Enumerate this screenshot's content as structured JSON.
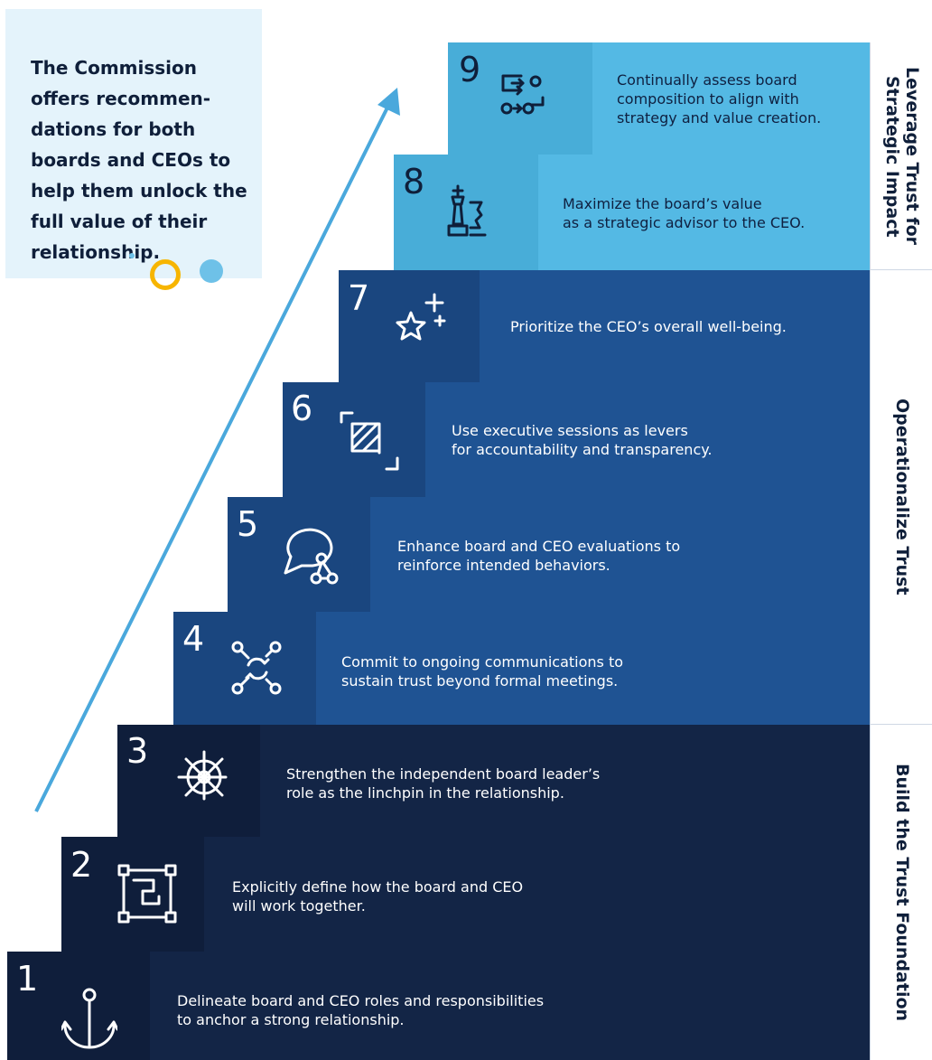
{
  "intro": {
    "text": "The Commission offers recommen-dations for both boards and CEOs to help them unlock the full value of their relationship."
  },
  "colors": {
    "light_tier": "#54b9e4",
    "mid_tier": "#1f5393",
    "dark_tier": "#132546",
    "accent_ring": "#f7b500",
    "accent_dot": "#6ec1e8"
  },
  "steps": [
    {
      "number": "1",
      "icon": "anchor-icon",
      "text": "Delineate board and CEO roles and responsibilities\nto anchor a strong relationship."
    },
    {
      "number": "2",
      "icon": "frame-corners-icon",
      "text": "Explicitly define how the board and CEO\nwill work together."
    },
    {
      "number": "3",
      "icon": "ship-wheel-icon",
      "text": "Strengthen the independent board leader’s\nrole as the linchpin in the relationship."
    },
    {
      "number": "4",
      "icon": "network-cycle-icon",
      "text": "Commit to ongoing communications to\nsustain trust beyond formal meetings."
    },
    {
      "number": "5",
      "icon": "chat-nodes-icon",
      "text": "Enhance board and CEO evaluations to\nreinforce intended behaviors."
    },
    {
      "number": "6",
      "icon": "hatched-frame-icon",
      "text": "Use executive sessions as levers\nfor accountability and transparency."
    },
    {
      "number": "7",
      "icon": "sparkle-star-icon",
      "text": "Prioritize the CEO’s overall well-being."
    },
    {
      "number": "8",
      "icon": "chess-pieces-icon",
      "text": "Maximize the board’s value\nas a strategic advisor to the CEO."
    },
    {
      "number": "9",
      "icon": "workflow-arrows-icon",
      "text": "Continually assess board\ncomposition to align with\nstrategy and value creation."
    }
  ],
  "phases": {
    "top": "Leverage Trust for\nStrategic Impact",
    "middle": "Operationalize Trust",
    "bottom": "Build the Trust Foundation"
  }
}
